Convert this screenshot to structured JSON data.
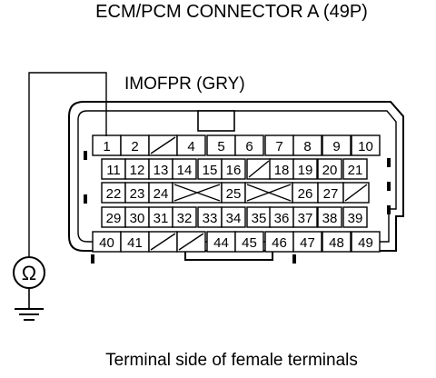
{
  "title": "ECM/PCM CONNECTOR A (49P)",
  "wire_label": "IMOFPR (GRY)",
  "caption": "Terminal side of female terminals",
  "meter_symbol": "Ω",
  "icons": [
    "ohmmeter-icon",
    "ground-icon"
  ],
  "connector": {
    "rows": [
      {
        "row": 1,
        "cells": [
          "1",
          "2",
          "/",
          "4",
          "5",
          "6",
          "7",
          "8",
          "9",
          "10"
        ]
      },
      {
        "row": 2,
        "cells": [
          "11",
          "12",
          "13",
          "14",
          "15",
          "16",
          "/",
          "18",
          "19",
          "20",
          "21"
        ]
      },
      {
        "row": 3,
        "cells": [
          "22",
          "23",
          "24",
          "X",
          "25",
          "X",
          "26",
          "27",
          "/"
        ]
      },
      {
        "row": 4,
        "cells": [
          "29",
          "30",
          "31",
          "32",
          "33",
          "34",
          "35",
          "36",
          "37",
          "38",
          "39"
        ]
      },
      {
        "row": 5,
        "cells": [
          "40",
          "41",
          "/",
          "/",
          "44",
          "45",
          "46",
          "47",
          "48",
          "49"
        ]
      }
    ],
    "probed_terminal": "1"
  }
}
